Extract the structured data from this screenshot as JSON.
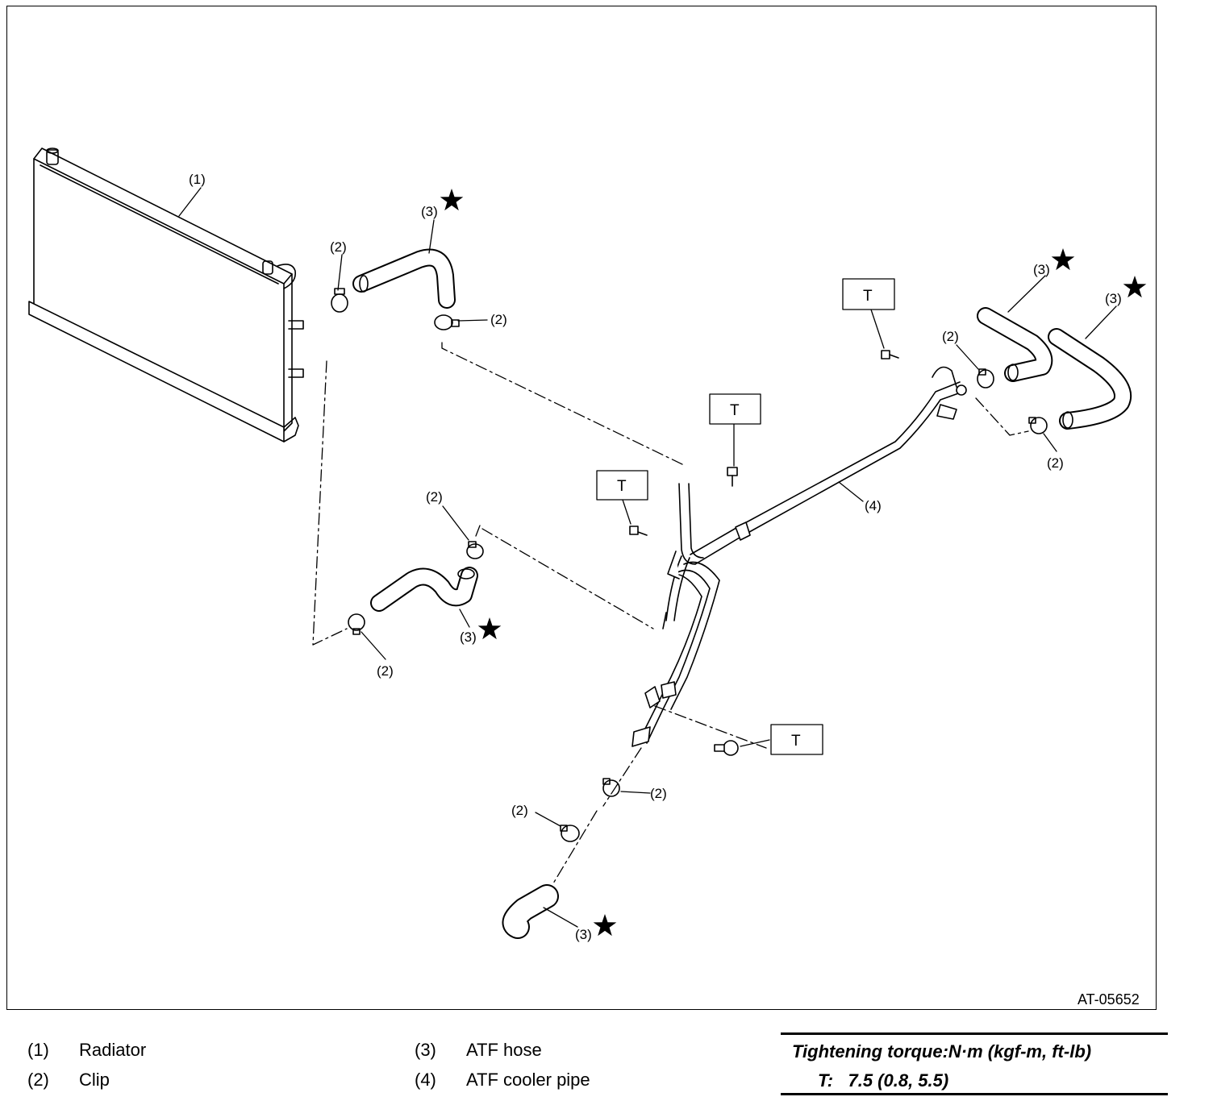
{
  "figure": {
    "id": "AT-05652",
    "callouts": {
      "c1": "(1)",
      "c2": "(2)",
      "c3": "(3)",
      "c4": "(4)"
    },
    "torque_marker": "T"
  },
  "legend": [
    {
      "num": "(1)",
      "text": "Radiator"
    },
    {
      "num": "(2)",
      "text": "Clip"
    },
    {
      "num": "(3)",
      "text": "ATF hose"
    },
    {
      "num": "(4)",
      "text": "ATF cooler pipe"
    }
  ],
  "torque": {
    "heading": "Tightening torque:N·m (kgf-m, ft-lb)",
    "value": "T:   7.5 (0.8, 5.5)"
  }
}
